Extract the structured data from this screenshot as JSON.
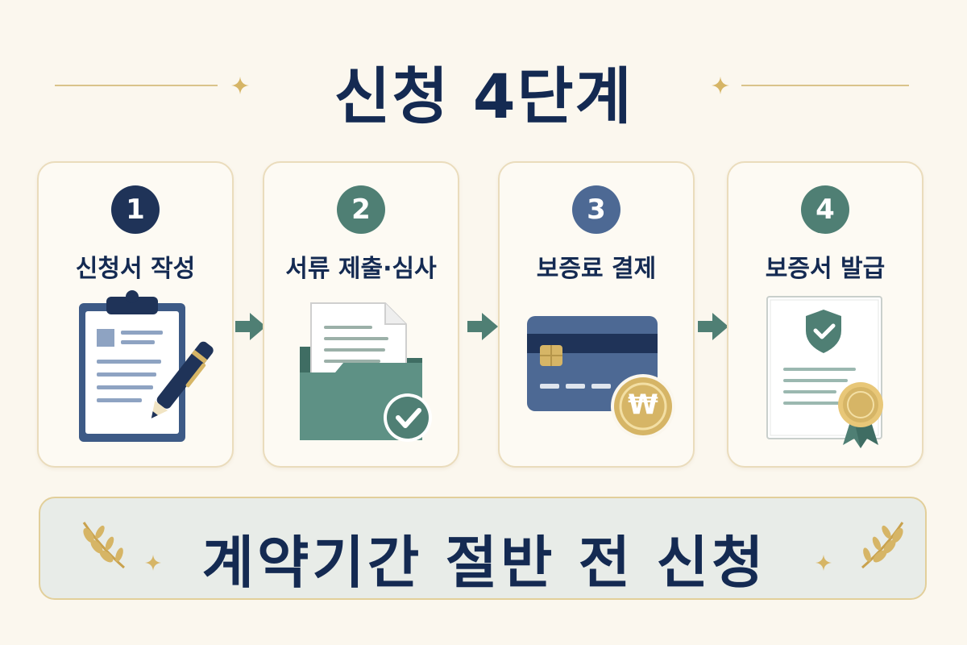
{
  "title": "신청 4단계",
  "colors": {
    "navy": "#142a52",
    "teal": "#4f7f74",
    "slate_blue": "#4d6994",
    "gold": "#d6b566",
    "background": "#fbf7ee"
  },
  "steps": [
    {
      "number": "1",
      "label": "신청서 작성",
      "badge_color": "#1f3358",
      "icon": "clipboard-pen-icon"
    },
    {
      "number": "2",
      "label": "서류 제출·심사",
      "badge_color": "#4f7f74",
      "icon": "folder-check-icon"
    },
    {
      "number": "3",
      "label": "보증료 결제",
      "badge_color": "#4d6994",
      "icon": "card-won-coin-icon"
    },
    {
      "number": "4",
      "label": "보증서 발급",
      "badge_color": "#4f7f74",
      "icon": "certificate-shield-icon"
    }
  ],
  "banner": {
    "text": "계약기간 절반 전 신청"
  },
  "won_symbol": "₩"
}
